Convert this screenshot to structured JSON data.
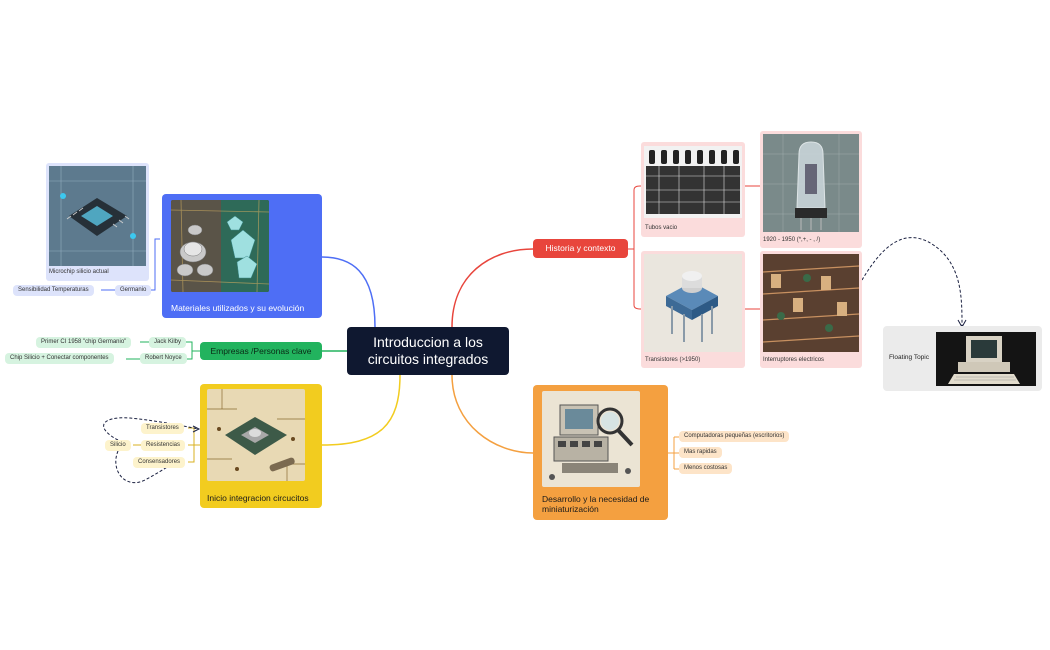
{
  "central": {
    "title": "Introduccion a los circuitos integrados"
  },
  "colors": {
    "blue": "#4e6ef5",
    "red": "#e8453c",
    "green": "#22b35e",
    "yellow": "#f2cc1f",
    "orange": "#f4a040",
    "navy": "#0f1830"
  },
  "materiales": {
    "title": "Materiales utilizados y su evolución",
    "image_caption": "Microchip silicio actual",
    "germanio": "Germanio",
    "sensibilidad": "Sensibilidad Temperaturas"
  },
  "empresas": {
    "title": "Empresas /Personas clave",
    "people": [
      {
        "name": "Jack Kilby",
        "detail": "Primer CI 1958 \"chip Germanio\""
      },
      {
        "name": "Robert Noyce",
        "detail": "Chip Silicio + Conectar componentes"
      }
    ]
  },
  "inicio": {
    "title": "Inicio integracion circucitos",
    "items": [
      "Transistores",
      "Resistencias",
      "Consensadores"
    ],
    "silicio": "Silicio"
  },
  "historia": {
    "title": "Historia y contexto",
    "tubos": "Tubos vacio",
    "years": "1920 - 1950 (*,+, - , /)",
    "transistores": "Transistores (>1950)",
    "interruptores": "Interruptores electricos"
  },
  "desarrollo": {
    "title": "Desarrollo y la necesidad de miniaturización",
    "items": [
      "Computadoras pequeñas (escritorios)",
      "Mas rapidas",
      "Menos costosas"
    ]
  },
  "floating": {
    "title": "Floating Topic"
  }
}
